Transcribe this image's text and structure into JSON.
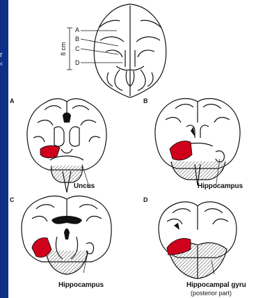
{
  "slide": {
    "edge_text": [
      "r",
      "‹"
    ],
    "colors": {
      "background": "#1c46a8",
      "figure_bg": "#ffffff",
      "highlight": "#d0021b",
      "ink": "#111111"
    }
  },
  "figure": {
    "scale_label": "8 cm",
    "section_levels": [
      "A",
      "B",
      "C",
      "D"
    ],
    "panels": [
      {
        "letter": "A",
        "caption": "Uncus"
      },
      {
        "letter": "B",
        "caption": "Hippocampus"
      },
      {
        "letter": "C",
        "caption": "Hippocampus"
      },
      {
        "letter": "D",
        "caption": "Hippocampal gyru",
        "caption_line2": "(posterior part)"
      }
    ]
  }
}
